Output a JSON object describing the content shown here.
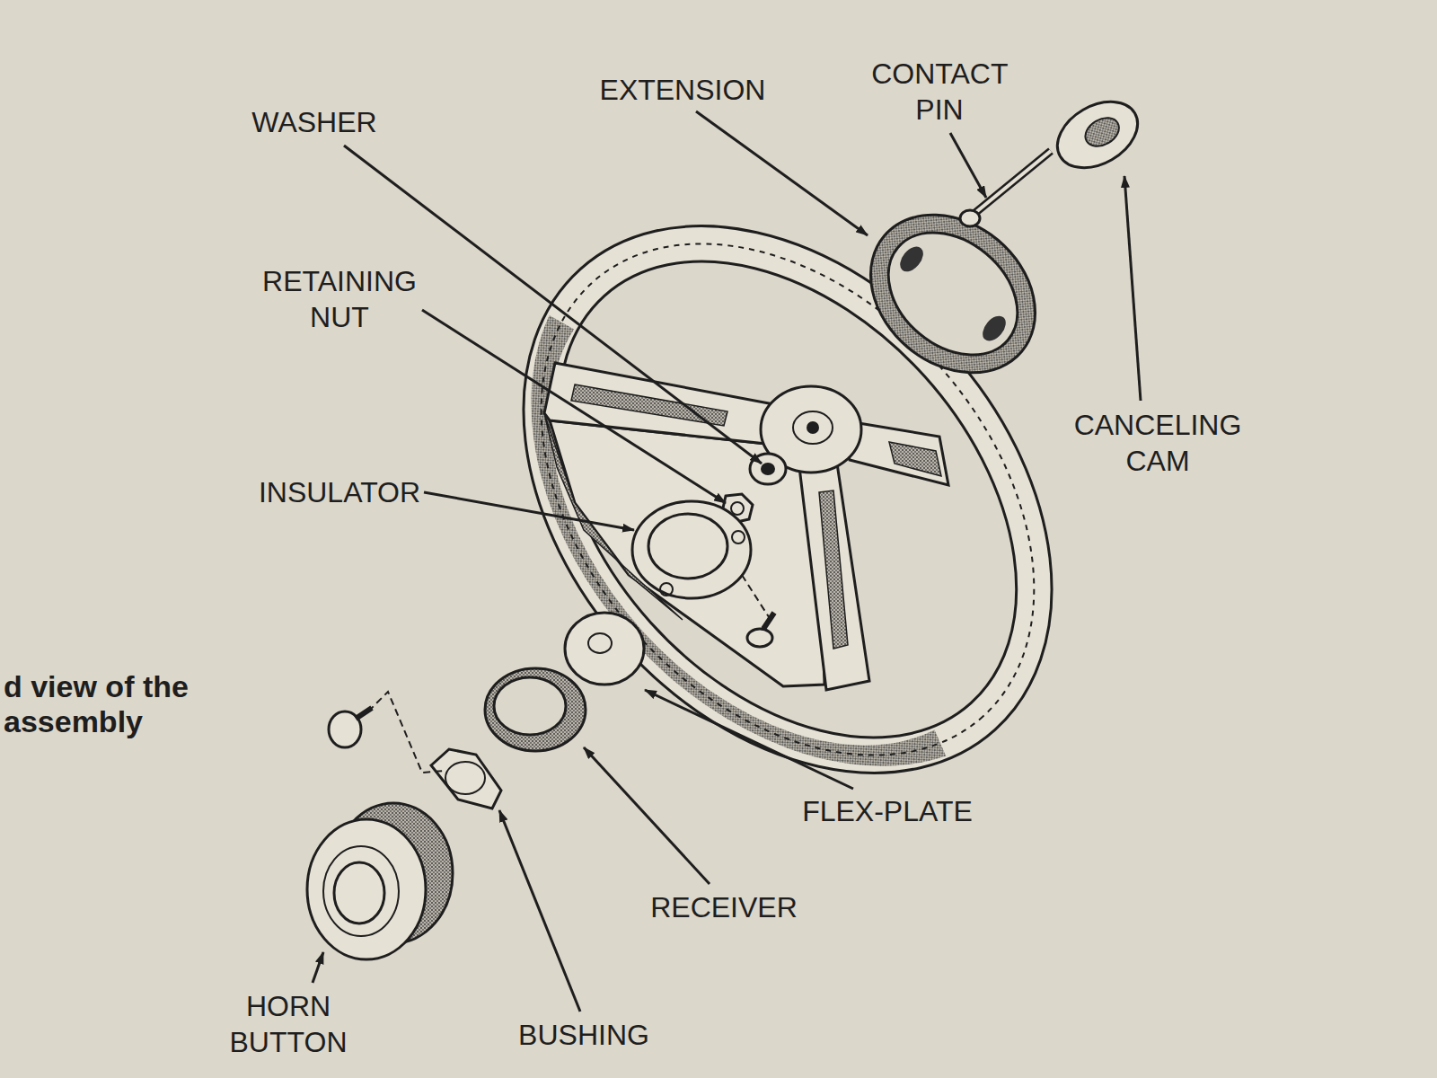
{
  "diagram": {
    "caption": "d view of the assembly",
    "labels": [
      "WASHER",
      "EXTENSION",
      "CONTACT PIN",
      "RETAINING NUT",
      "CANCELING CAM",
      "INSULATOR",
      "FLEX-PLATE",
      "RECEIVER",
      "HORN BUTTON",
      "BUSHING"
    ]
  }
}
